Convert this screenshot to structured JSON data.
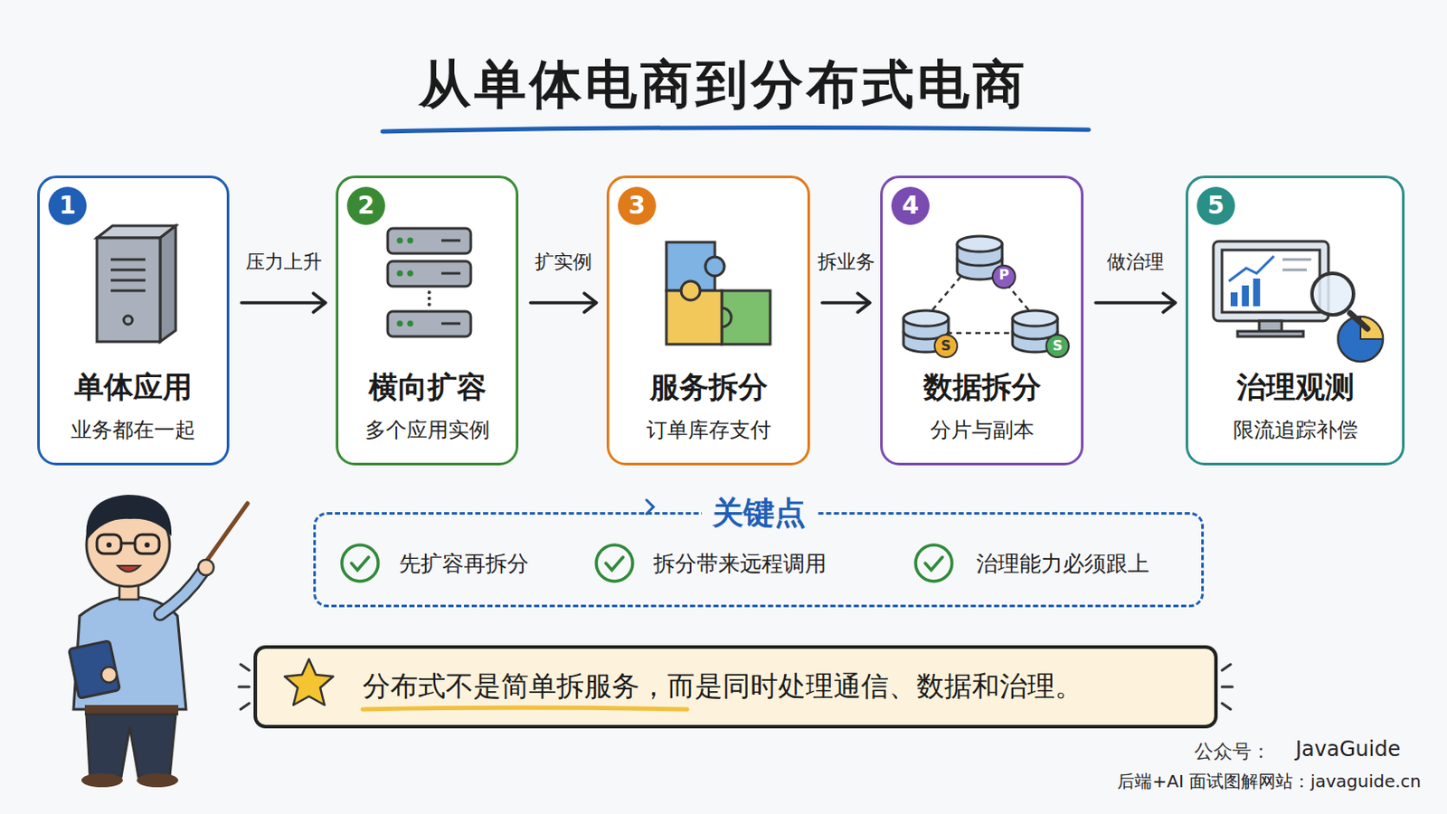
{
  "diagram": {
    "title": "从单体电商到分布式电商",
    "nodes": [
      {
        "text": [
          "单体应用",
          "业务都在一起"
        ]
      },
      {
        "text": [
          "1"
        ],
        "in": 0
      },
      {
        "text": [
          "横向扩容",
          "多个应用实例"
        ]
      },
      {
        "text": [
          "2"
        ],
        "in": 2
      },
      {
        "text": [
          "服务拆分",
          "订单库存支付"
        ]
      },
      {
        "text": [
          "3"
        ],
        "in": 4
      },
      {
        "text": [
          "数据拆分",
          "分片与副本"
        ]
      },
      {
        "text": [
          "4"
        ],
        "in": 6
      },
      {
        "text": [
          "治理观测",
          "限流追踪补偿"
        ]
      },
      {
        "text": [
          "5"
        ],
        "in": 8
      },
      {
        "text": [
          "关键点",
          "先扩容再拆分",
          "拆分带来远程调用",
          "治理能力必须跟上"
        ]
      },
      {
        "text": [
          "分布式不是简单拆服务，而是同时处理通信、数据和治理。"
        ]
      }
    ],
    "edges": [
      {
        "from": 0,
        "to": 2,
        "label": "压力上升",
        "arrow": "to"
      },
      {
        "from": 2,
        "to": 4,
        "label": "扩实例",
        "arrow": "to"
      },
      {
        "from": 4,
        "to": 6,
        "label": "拆业务",
        "arrow": "to"
      },
      {
        "from": 6,
        "to": 8,
        "label": "做治理",
        "arrow": "to"
      }
    ],
    "labels": [
      "P",
      "S",
      "S",
      "公众号：",
      "JavaGuide",
      "后端+AI 面试图解网站：javaguide.cn"
    ]
  }
}
